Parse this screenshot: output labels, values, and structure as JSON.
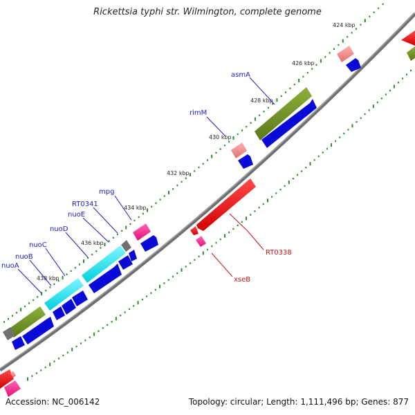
{
  "title": "Rickettsia typhi str. Wilmington, complete genome",
  "footer": {
    "accession": "Accession: NC_006142",
    "summary": "Topology: circular; Length: 1,111,496 bp; Genes: 877"
  },
  "colors": {
    "backbone": "#7a7a7a",
    "tick": "#2e8b2e",
    "gene_label_forward": "#1a1acc",
    "gene_label_reverse": "#cc1111",
    "cds_blue": "#0a0ad8",
    "cog_olive": "#6b8e23",
    "cog_cyan": "#00e5ee",
    "cog_gray": "#6e6e6e",
    "cog_pink": "#f08080",
    "cog_magenta": "#ff1493",
    "cog_red": "#ff0000"
  },
  "ticks": [
    "424 kbp",
    "426 kbp",
    "428 kbp",
    "430 kbp",
    "432 kbp",
    "434 kbp",
    "436 kbp",
    "438 kbp"
  ],
  "genes": [
    "asmA",
    "rimM",
    "mpg",
    "RT0341",
    "nuoE",
    "nuoD",
    "nuoC",
    "nuoB",
    "nuoA",
    "RT0338",
    "xseB"
  ]
}
